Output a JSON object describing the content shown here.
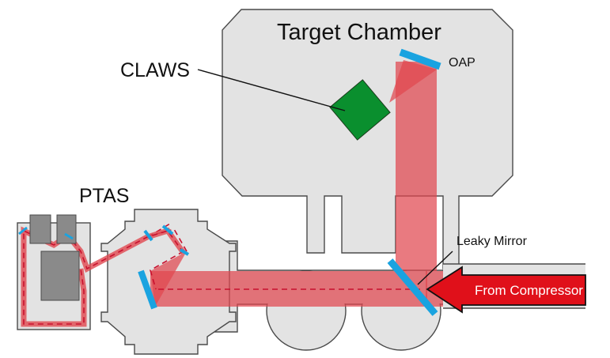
{
  "labels": {
    "target_chamber": "Target Chamber",
    "claws": "CLAWS",
    "ptas": "PTAS",
    "oap": "OAP",
    "leaky_mirror": "Leaky Mirror",
    "from_compressor": "From Compressor"
  },
  "colors": {
    "chamber_fill": "#e3e3e3",
    "chamber_stroke": "#4a4a4a",
    "beam": "#e0474f",
    "mirror": "#1aa3e0",
    "claws_detector": "#0a8f2e",
    "ptas_block": "#8a8a8a",
    "arrow_fill": "#e0101a"
  }
}
